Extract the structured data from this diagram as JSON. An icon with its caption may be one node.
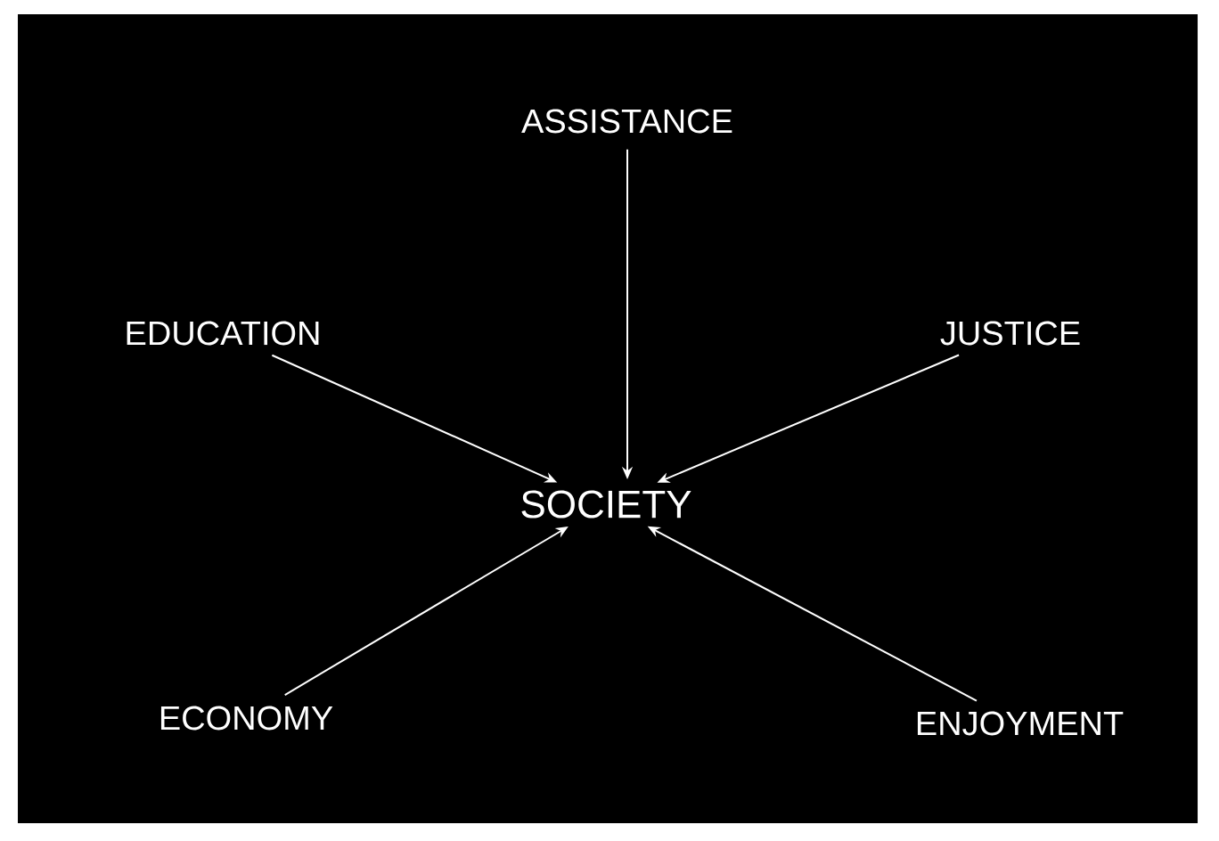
{
  "diagram": {
    "nodes": [
      {
        "text": [
          "SOCIETY"
        ]
      },
      {
        "text": [
          "ASSISTANCE"
        ]
      },
      {
        "text": [
          "EDUCATION"
        ]
      },
      {
        "text": [
          "JUSTICE"
        ]
      },
      {
        "text": [
          "ECONOMY"
        ]
      },
      {
        "text": [
          "ENJOYMENT"
        ]
      }
    ],
    "edges": [
      {
        "from": 1,
        "to": 0,
        "arrow": "to"
      },
      {
        "from": 2,
        "to": 0,
        "arrow": "to"
      },
      {
        "from": 3,
        "to": 0,
        "arrow": "to"
      },
      {
        "from": 4,
        "to": 0,
        "arrow": "to"
      },
      {
        "from": 5,
        "to": 0,
        "arrow": "to"
      }
    ]
  }
}
